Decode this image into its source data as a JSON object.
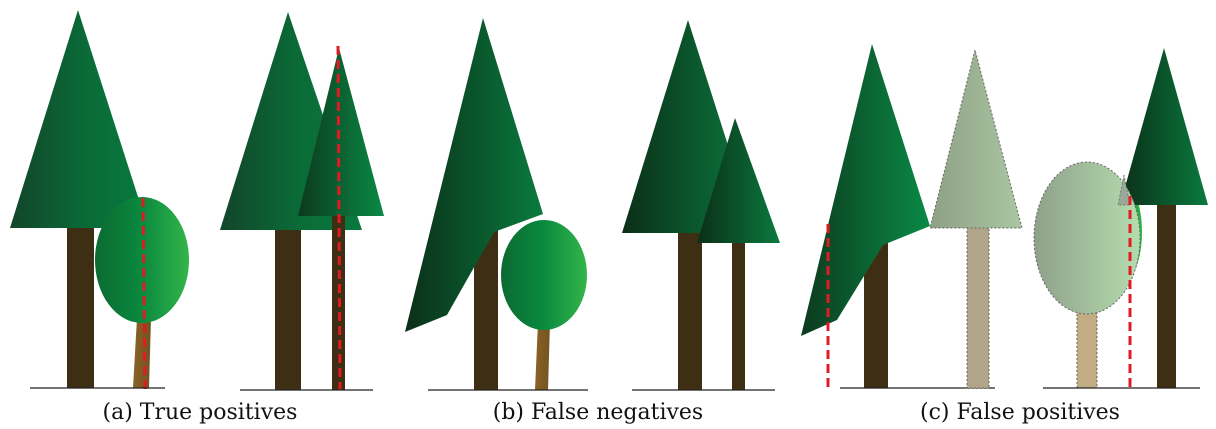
{
  "captions": {
    "a": "(a) True positives",
    "b": "(b) False negatives",
    "c": "(c) False positives"
  },
  "colors": {
    "conifer_dark": "#0e3a1e",
    "conifer_mid": "#0a6b36",
    "conifer_light": "#0a8a45",
    "deciduous_dark": "#0b6a32",
    "deciduous_light": "#2bb24c",
    "trunk_dark": "#3e2f14",
    "trunk_light": "#8a6428",
    "annotation": "#e01b24",
    "ghost_green": "#9fb595",
    "ghost_trunk": "#b2a488",
    "ground": "#222222"
  }
}
